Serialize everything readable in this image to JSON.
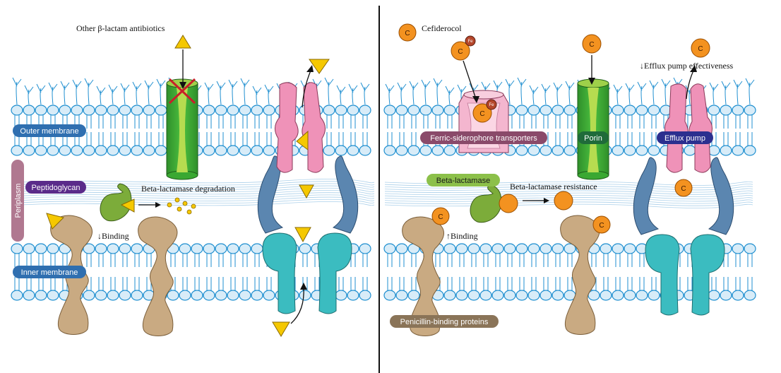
{
  "left_panel": {
    "top_label": "Other β-lactam antibiotics",
    "outer_membrane": "Outer membrane",
    "periplasm": "Periplasm",
    "peptidoglycan": "Peptidoglycan",
    "degradation": "Beta-lactamase degradation",
    "binding": "↓Binding",
    "inner_membrane": "Inner membrane"
  },
  "right_panel": {
    "cefiderocol": "Cefiderocol",
    "efflux_effect": "↓Efflux pump effectiveness",
    "ferric": "Ferric-siderophore transporters",
    "porin": "Porin",
    "efflux_pump": "Efflux pump",
    "beta_lactamase": "Beta-lactamase",
    "resistance": "Beta-lactamase resistance",
    "binding": "↑Binding",
    "pbp": "Penicillin-binding proteins"
  },
  "molecule_labels": {
    "c": "C",
    "fe": "Fe"
  },
  "colors": {
    "membrane": "#1f8fd0",
    "lipid_head": "#d8ecf8",
    "porin": "#3aa832",
    "porin_inner": "#a6d04a",
    "efflux_pink": "#ef92b8",
    "efflux_blue": "#5b86b0",
    "efflux_teal": "#3bbcc0",
    "pbp": "#c9aa82",
    "lactamase": "#7cac3a",
    "antibiotic_triangle": "#f5c800",
    "cefiderocol": "#f39220",
    "iron": "#b5472b",
    "pill_blue": "#2f6fb0",
    "pill_purple": "#5a2b8a",
    "pill_mauve": "#b07890",
    "pill_green": "#1f6b3a",
    "pill_navy": "#2b2f8f",
    "pill_lightgreen": "#8cc04a",
    "pill_brown": "#8a7458"
  }
}
